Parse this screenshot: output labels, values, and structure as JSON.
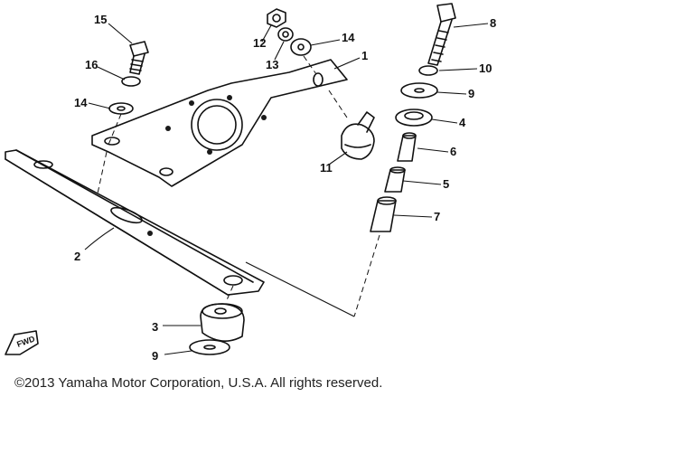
{
  "callouts": {
    "c1": "1",
    "c2": "2",
    "c3": "3",
    "c4": "4",
    "c5": "5",
    "c6": "6",
    "c7": "7",
    "c8": "8",
    "c9a": "9",
    "c9b": "9",
    "c10": "10",
    "c11": "11",
    "c12": "12",
    "c13": "13",
    "c14a": "14",
    "c14b": "14",
    "c15": "15",
    "c16": "16"
  },
  "forward_badge": "FWD",
  "copyright": "©2013 Yamaha Motor Corporation, U.S.A. All rights reserved."
}
